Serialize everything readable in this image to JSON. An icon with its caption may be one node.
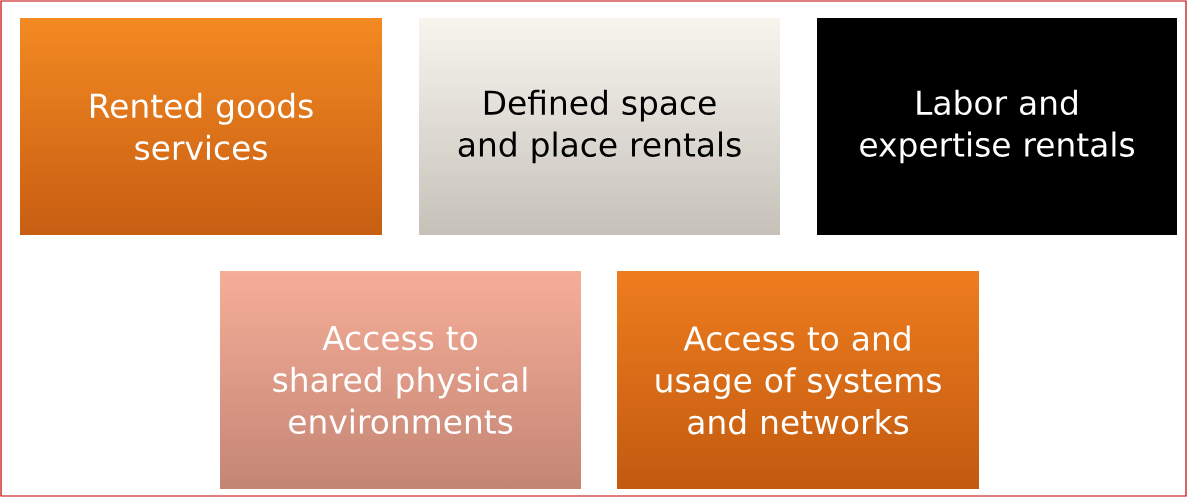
{
  "diagram": {
    "nodes": [
      {
        "text": [
          "Rented goods services"
        ]
      },
      {
        "text": [
          "Defined space and place rentals"
        ]
      },
      {
        "text": [
          "Labor and expertise rentals"
        ]
      },
      {
        "text": [
          "Access to shared physical environments"
        ]
      },
      {
        "text": [
          "Access to and usage of systems and networks"
        ]
      }
    ]
  }
}
